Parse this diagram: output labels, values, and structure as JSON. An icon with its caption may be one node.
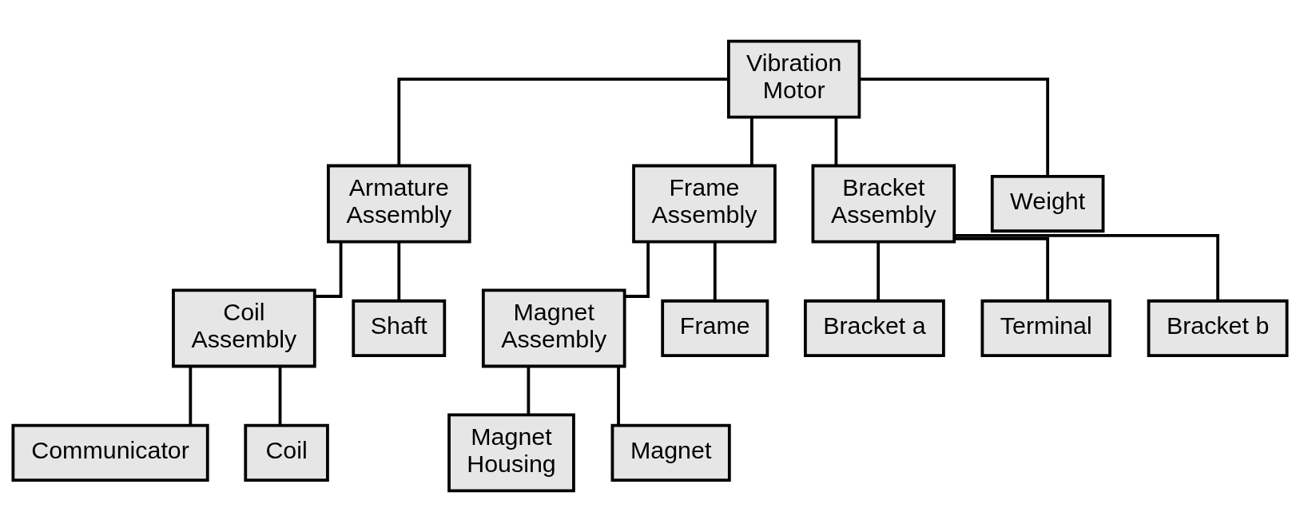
{
  "diagram": {
    "nodes": [
      {
        "text": [
          "Vibration Motor"
        ]
      },
      {
        "text": [
          "Armature Assembly"
        ]
      },
      {
        "text": [
          "Frame Assembly"
        ]
      },
      {
        "text": [
          "Bracket Assembly"
        ]
      },
      {
        "text": [
          "Weight"
        ]
      },
      {
        "text": [
          "Coil Assembly"
        ]
      },
      {
        "text": [
          "Shaft"
        ]
      },
      {
        "text": [
          "Magnet Assembly"
        ]
      },
      {
        "text": [
          "Frame"
        ]
      },
      {
        "text": [
          "Bracket a"
        ]
      },
      {
        "text": [
          "Terminal"
        ]
      },
      {
        "text": [
          "Bracket b"
        ]
      },
      {
        "text": [
          "Communicator"
        ]
      },
      {
        "text": [
          "Coil"
        ]
      },
      {
        "text": [
          "Magnet Housing"
        ]
      },
      {
        "text": [
          "Magnet"
        ]
      }
    ],
    "edges": [
      {
        "from": 0,
        "to": 1,
        "arrow": "none"
      },
      {
        "from": 0,
        "to": 2,
        "arrow": "none"
      },
      {
        "from": 0,
        "to": 3,
        "arrow": "none"
      },
      {
        "from": 0,
        "to": 4,
        "arrow": "none"
      },
      {
        "from": 1,
        "to": 5,
        "arrow": "none"
      },
      {
        "from": 1,
        "to": 6,
        "arrow": "none"
      },
      {
        "from": 2,
        "to": 7,
        "arrow": "none"
      },
      {
        "from": 2,
        "to": 8,
        "arrow": "none"
      },
      {
        "from": 3,
        "to": 9,
        "arrow": "none"
      },
      {
        "from": 3,
        "to": 10,
        "arrow": "none"
      },
      {
        "from": 3,
        "to": 11,
        "arrow": "none"
      },
      {
        "from": 5,
        "to": 12,
        "arrow": "none"
      },
      {
        "from": 5,
        "to": 13,
        "arrow": "none"
      },
      {
        "from": 7,
        "to": 14,
        "arrow": "none"
      },
      {
        "from": 7,
        "to": 15,
        "arrow": "none"
      }
    ]
  }
}
